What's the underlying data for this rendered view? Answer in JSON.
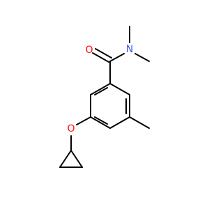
{
  "molecule": {
    "atoms": {
      "oxygen_carbonyl": {
        "symbol": "O",
        "color": "#ff0d0d"
      },
      "nitrogen_amide": {
        "symbol": "N",
        "color": "#3050f8"
      },
      "oxygen_ether": {
        "symbol": "O",
        "color": "#ff0d0d"
      }
    },
    "bond_color": "#000000"
  }
}
